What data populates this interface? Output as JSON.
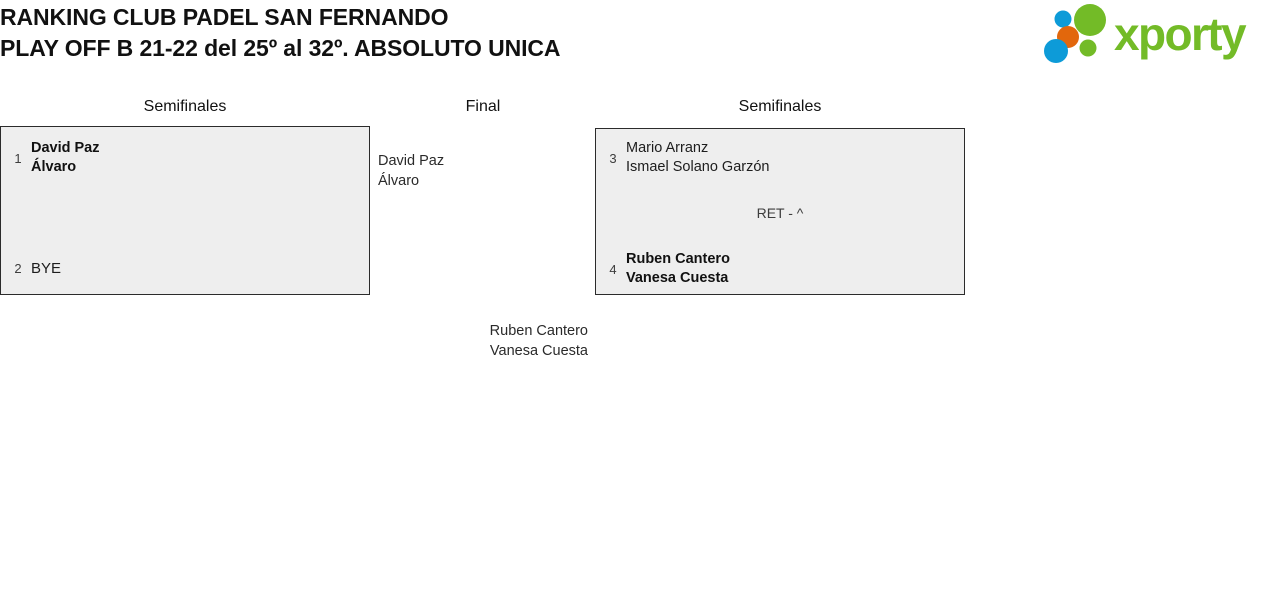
{
  "header": {
    "title_line1": "RANKING CLUB PADEL SAN FERNANDO",
    "title_line2": "PLAY OFF B 21-22 del 25º al 32º. ABSOLUTO UNICA",
    "logo_text": "xporty"
  },
  "colors": {
    "logo_green": "#73bb27",
    "logo_blue": "#0d9bd8",
    "logo_orange": "#e2670c",
    "box_fill": "#eeeeee",
    "box_border": "#2b2b2b"
  },
  "rounds": [
    {
      "label": "Semifinales"
    },
    {
      "label": "Final"
    },
    {
      "label": "Semifinales"
    }
  ],
  "matches": {
    "left_semifinal": {
      "top": {
        "seed": "1",
        "player1": "David Paz",
        "player2": "Álvaro",
        "winner": true
      },
      "bottom": {
        "seed": "2",
        "player1": "BYE",
        "player2": "",
        "winner": false
      },
      "result": ""
    },
    "right_semifinal": {
      "top": {
        "seed": "3",
        "player1": "Mario Arranz",
        "player2": "Ismael Solano Garzón",
        "winner": false
      },
      "bottom": {
        "seed": "4",
        "player1": "Ruben Cantero",
        "player2": "Vanesa Cuesta",
        "winner": true
      },
      "result": "RET - ^"
    }
  },
  "final": {
    "left_finalist": {
      "player1": "David Paz",
      "player2": "Álvaro"
    },
    "right_finalist": {
      "player1": "Ruben Cantero",
      "player2": "Vanesa Cuesta"
    }
  }
}
